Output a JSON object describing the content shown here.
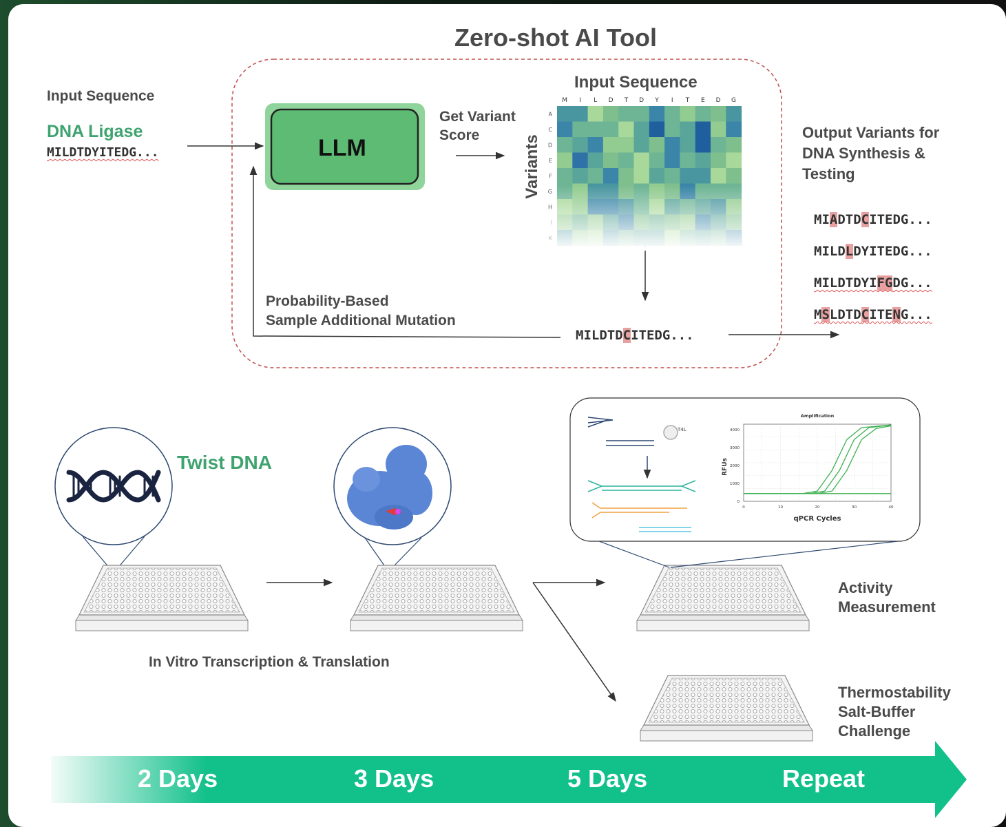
{
  "ai_tool": {
    "title": "Zero-shot AI Tool",
    "llm_label": "LLM",
    "get_variant_score": [
      "Get Variant",
      "Score"
    ],
    "heatmap_title": "Input Sequence",
    "heatmap_x_letters": [
      "M",
      "I",
      "L",
      "D",
      "T",
      "D",
      "Y",
      "I",
      "T",
      "E",
      "D",
      "G"
    ],
    "heatmap_y_letters": [
      "A",
      "C",
      "D",
      "E",
      "F",
      "G",
      "H",
      "I",
      "K"
    ],
    "variants_axis_label": "Variants",
    "probability_text": [
      "Probability-Based",
      "Sample Additional Mutation"
    ],
    "sampled_sequence": {
      "pre": "MILDTD",
      "mut": "C",
      "post": "ITEDG..."
    }
  },
  "input": {
    "label": "Input Sequence",
    "protein_name": "DNA Ligase",
    "sequence": "MILDTDYITEDG..."
  },
  "output": {
    "label": [
      "Output Variants for",
      "DNA Synthesis &",
      "Testing"
    ],
    "variants": [
      [
        {
          "t": "MI"
        },
        {
          "t": "A",
          "h": true
        },
        {
          "t": "DTD"
        },
        {
          "t": "C",
          "h": true
        },
        {
          "t": "ITEDG..."
        }
      ],
      [
        {
          "t": "MILD"
        },
        {
          "t": "L",
          "h": true
        },
        {
          "t": "DYITEDG..."
        }
      ],
      [
        {
          "t": "MILDTDYI"
        },
        {
          "t": "FG",
          "h": true
        },
        {
          "t": "DG..."
        }
      ],
      [
        {
          "t": "M"
        },
        {
          "t": "S",
          "h": true
        },
        {
          "t": "LDTD"
        },
        {
          "t": "C",
          "h": true
        },
        {
          "t": "ITE"
        },
        {
          "t": "N",
          "h": true
        },
        {
          "t": "G..."
        }
      ]
    ]
  },
  "workflow": {
    "twist_dna": "Twist DNA",
    "ivtt": "In Vitro Transcription & Translation",
    "activity": [
      "Activity",
      "Measurement"
    ],
    "thermostability": [
      "Thermostability",
      "Salt-Buffer",
      "Challenge"
    ]
  },
  "qpcr_panel": {
    "chart_title": "Amplification",
    "xlabel": "qPCR Cycles",
    "ylabel": "RFUs",
    "y_ticks": [
      "4000",
      "3000",
      "2000",
      "1000",
      "0"
    ],
    "x_ticks": [
      "0",
      "10",
      "20",
      "30",
      "40"
    ],
    "probe_label": "T4L"
  },
  "timeline": {
    "labels": [
      "2 Days",
      "3 Days",
      "5 Days",
      "Repeat"
    ],
    "color": "#12c08a"
  },
  "colors": {
    "accent_green": "#3ea36f",
    "llm_fill": "#5dbb73",
    "dashed_red": "#c0504d",
    "highlight": "#e8a0a0"
  },
  "chart_data": {
    "type": "line",
    "title": "Amplification",
    "xlabel": "qPCR Cycles",
    "ylabel": "RFUs",
    "xlim": [
      0,
      40
    ],
    "ylim": [
      0,
      4500
    ],
    "series": [
      {
        "x": [
          0,
          16,
          20,
          24,
          28,
          32,
          40
        ],
        "y": [
          450,
          450,
          600,
          1800,
          3600,
          4300,
          4450
        ]
      },
      {
        "x": [
          0,
          18,
          22,
          26,
          30,
          34,
          40
        ],
        "y": [
          450,
          450,
          600,
          1800,
          3600,
          4300,
          4450
        ]
      },
      {
        "x": [
          0,
          20,
          24,
          28,
          32,
          36,
          40
        ],
        "y": [
          450,
          450,
          600,
          1800,
          3600,
          4250,
          4400
        ]
      },
      {
        "x": [
          0,
          40
        ],
        "y": [
          450,
          450
        ]
      }
    ]
  }
}
